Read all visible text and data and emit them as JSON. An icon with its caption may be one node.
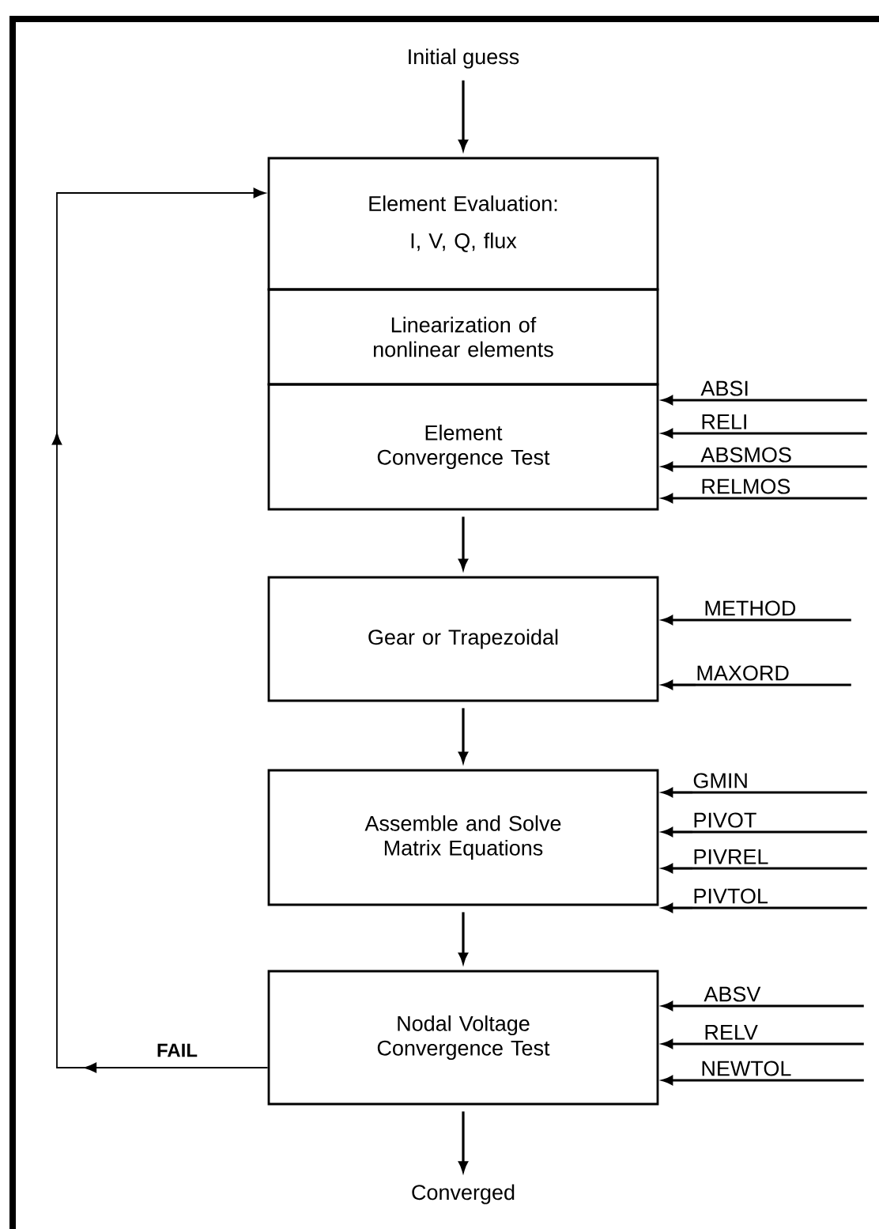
{
  "diagram": {
    "nodes": [
      {
        "text": [
          "Initial guess"
        ]
      },
      {
        "text": [
          "Element Evaluation:",
          "I, V, Q, flux"
        ]
      },
      {
        "text": [
          "Linearization of nonlinear elements"
        ]
      },
      {
        "text": [
          "Element Convergence Test"
        ]
      },
      {
        "text": [
          "Gear or Trapezoidal"
        ]
      },
      {
        "text": [
          "Assemble and Solve Matrix Equations"
        ]
      },
      {
        "text": [
          "Nodal Voltage Convergence Test"
        ]
      },
      {
        "text": [
          "Converged"
        ]
      },
      {
        "text": [
          "ABSI"
        ]
      },
      {
        "text": [
          "RELI"
        ]
      },
      {
        "text": [
          "ABSMOS"
        ]
      },
      {
        "text": [
          "RELMOS"
        ]
      },
      {
        "text": [
          "METHOD"
        ]
      },
      {
        "text": [
          "MAXORD"
        ]
      },
      {
        "text": [
          "GMIN"
        ]
      },
      {
        "text": [
          "PIVOT"
        ]
      },
      {
        "text": [
          "PIVREL"
        ]
      },
      {
        "text": [
          "PIVTOL"
        ]
      },
      {
        "text": [
          "ABSV"
        ]
      },
      {
        "text": [
          "RELV"
        ]
      },
      {
        "text": [
          "NEWTOL"
        ]
      }
    ],
    "edges": [
      {
        "from": 0,
        "to": 1,
        "arrow": "to"
      },
      {
        "from": 3,
        "to": 4,
        "arrow": "to"
      },
      {
        "from": 4,
        "to": 5,
        "arrow": "to"
      },
      {
        "from": 5,
        "to": 6,
        "arrow": "to"
      },
      {
        "from": 6,
        "to": 7,
        "arrow": "to"
      },
      {
        "from": 6,
        "to": 1,
        "label": "FAIL",
        "arrow": "to"
      },
      {
        "from": 8,
        "to": 3,
        "arrow": "to"
      },
      {
        "from": 9,
        "to": 3,
        "arrow": "to"
      },
      {
        "from": 10,
        "to": 3,
        "arrow": "to"
      },
      {
        "from": 11,
        "to": 3,
        "arrow": "to"
      },
      {
        "from": 12,
        "to": 4,
        "arrow": "to"
      },
      {
        "from": 13,
        "to": 4,
        "arrow": "to"
      },
      {
        "from": 14,
        "to": 5,
        "arrow": "to"
      },
      {
        "from": 15,
        "to": 5,
        "arrow": "to"
      },
      {
        "from": 16,
        "to": 5,
        "arrow": "to"
      },
      {
        "from": 17,
        "to": 5,
        "arrow": "to"
      },
      {
        "from": 18,
        "to": 6,
        "arrow": "to"
      },
      {
        "from": 19,
        "to": 6,
        "arrow": "to"
      },
      {
        "from": 20,
        "to": 6,
        "arrow": "to"
      }
    ]
  }
}
